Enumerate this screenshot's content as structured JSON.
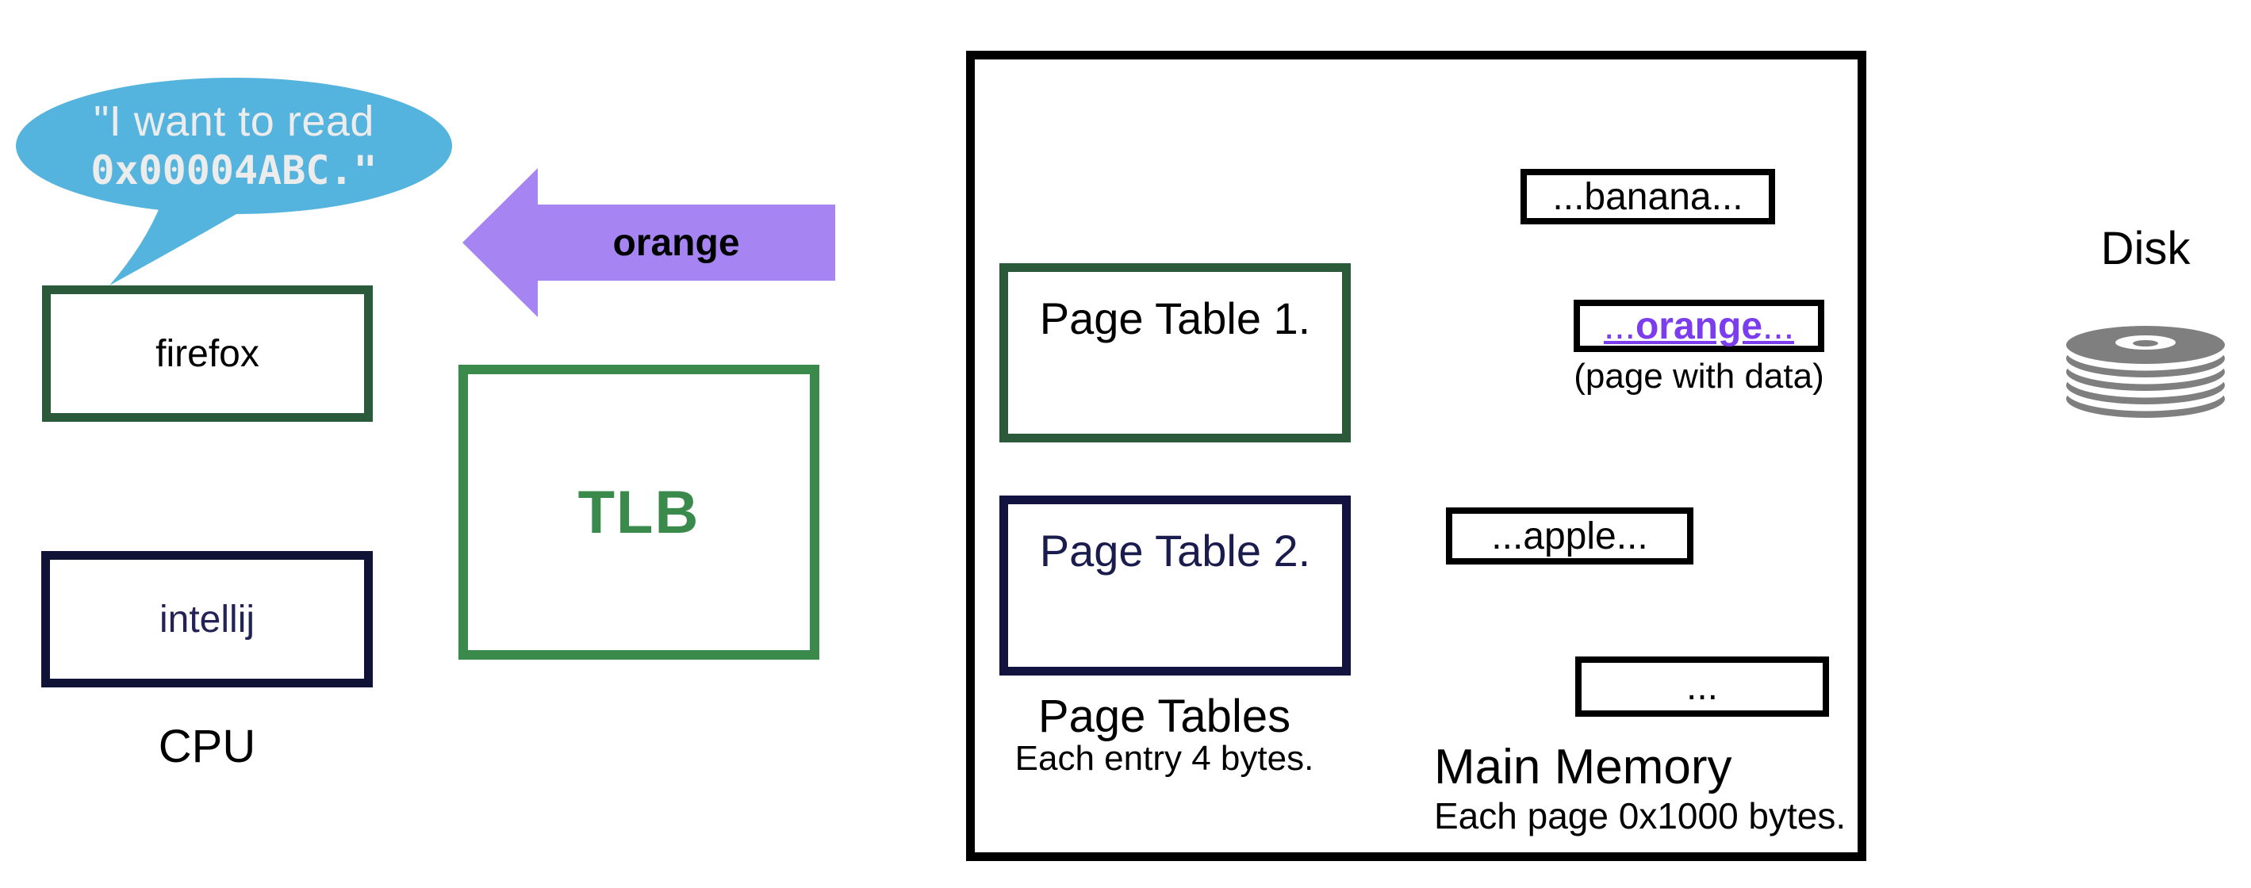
{
  "diagram": {
    "cpu": {
      "speech_bubble": {
        "line1": "\"I want to read",
        "line2": "0x00004ABC.\""
      },
      "processes": [
        {
          "label": "firefox"
        },
        {
          "label": "intellij"
        }
      ],
      "label": "CPU"
    },
    "arrow": {
      "label": "orange"
    },
    "tlb": {
      "label": "TLB"
    },
    "memory": {
      "page_tables": {
        "box1_label": "Page Table 1.",
        "box2_label": "Page Table 2.",
        "label": "Page Tables",
        "sublabel": "Each entry 4 bytes."
      },
      "pages": {
        "banana": "...banana...",
        "orange_prefix": "...",
        "orange_word": "orange",
        "orange_suffix": "...",
        "orange_caption": "(page with data)",
        "apple": "...apple...",
        "ellipsis": "..."
      },
      "label": "Main Memory",
      "sublabel": "Each page 0x1000 bytes."
    },
    "disk": {
      "label": "Disk"
    }
  },
  "colors": {
    "bubble_blue": "#55b4de",
    "bubble_text": "#ececec",
    "arrow_purple": "#a685f3",
    "orange_text_purple": "#7b3dee",
    "dark_green": "#2b5a3b",
    "bright_green": "#3a8a4b",
    "navy": "#12133f",
    "navy_text": "#232356",
    "black": "#000000",
    "disk_gray": "#7f7f7f"
  }
}
